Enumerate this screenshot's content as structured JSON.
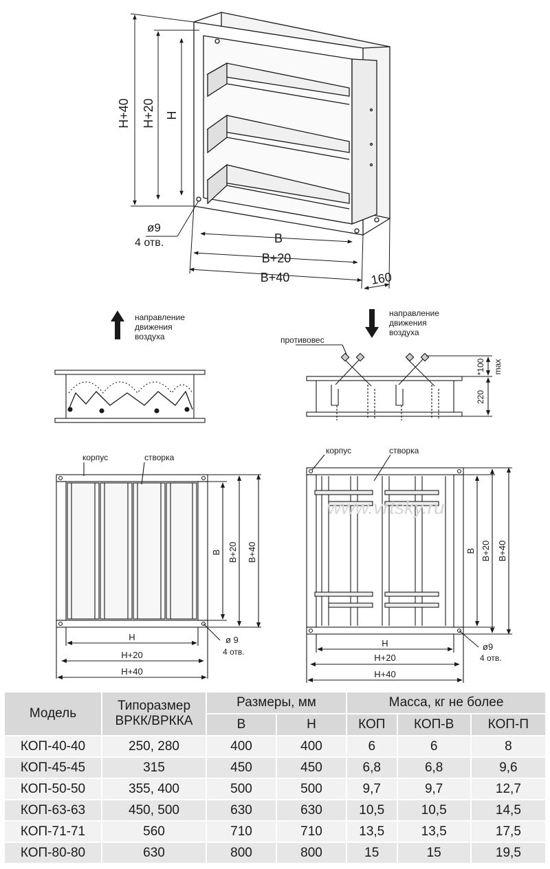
{
  "top_view": {
    "dims": {
      "h40": "H+40",
      "h20": "H+20",
      "h": "H",
      "b": "B",
      "b20": "B+20",
      "b40": "B+40",
      "depth": "160"
    },
    "hole_dia": "ø9",
    "hole_count": "4 отв."
  },
  "airflow": {
    "up_text": [
      "направление",
      "движения",
      "воздуха"
    ],
    "down_text": [
      "направление",
      "движения",
      "воздуха"
    ]
  },
  "side_right": {
    "counterweight": "противовес",
    "dim_100": "*100",
    "dim_max": "max",
    "dim_220": "220"
  },
  "front_left": {
    "body_label": "корпус",
    "blade_label": "створка",
    "dims": {
      "b": "B",
      "b20": "B+20",
      "b40": "B+40",
      "h": "H",
      "h20": "H+20",
      "h40": "H+40"
    },
    "hole_dia": "ø 9",
    "hole_count": "4 отв."
  },
  "front_right": {
    "body_label": "корпус",
    "blade_label": "створка",
    "dims": {
      "b": "B",
      "b20": "B+20",
      "b40": "B+40",
      "h": "H",
      "h20": "H+20",
      "h40": "H+40"
    },
    "hole_dia": "ø9",
    "hole_count": "4 отв.",
    "watermark": "www.vrtsky.ru"
  },
  "table": {
    "headers": {
      "model": "Модель",
      "type_size_line1": "Типоразмер",
      "type_size_line2": "ВРКК/ВРККА",
      "dimensions": "Размеры, мм",
      "mass": "Масса, кг не более",
      "b": "В",
      "h": "Н",
      "kop": "КОП",
      "kop_v": "КОП-В",
      "kop_p": "КОП-П"
    },
    "rows": [
      {
        "model": "КОП-40-40",
        "type_size": "250, 280",
        "b": "400",
        "h": "400",
        "kop": "6",
        "kop_v": "6",
        "kop_p": "8"
      },
      {
        "model": "КОП-45-45",
        "type_size": "315",
        "b": "450",
        "h": "450",
        "kop": "6,8",
        "kop_v": "6,8",
        "kop_p": "9,6"
      },
      {
        "model": "КОП-50-50",
        "type_size": "355, 400",
        "b": "500",
        "h": "500",
        "kop": "9,7",
        "kop_v": "9,7",
        "kop_p": "12,7"
      },
      {
        "model": "КОП-63-63",
        "type_size": "450, 500",
        "b": "630",
        "h": "630",
        "kop": "10,5",
        "kop_v": "10,5",
        "kop_p": "14,5"
      },
      {
        "model": "КОП-71-71",
        "type_size": "560",
        "b": "710",
        "h": "710",
        "kop": "13,5",
        "kop_v": "13,5",
        "kop_p": "17,5"
      },
      {
        "model": "КОП-80-80",
        "type_size": "630",
        "b": "800",
        "h": "800",
        "kop": "15",
        "kop_v": "15",
        "kop_p": "19,5"
      }
    ]
  }
}
